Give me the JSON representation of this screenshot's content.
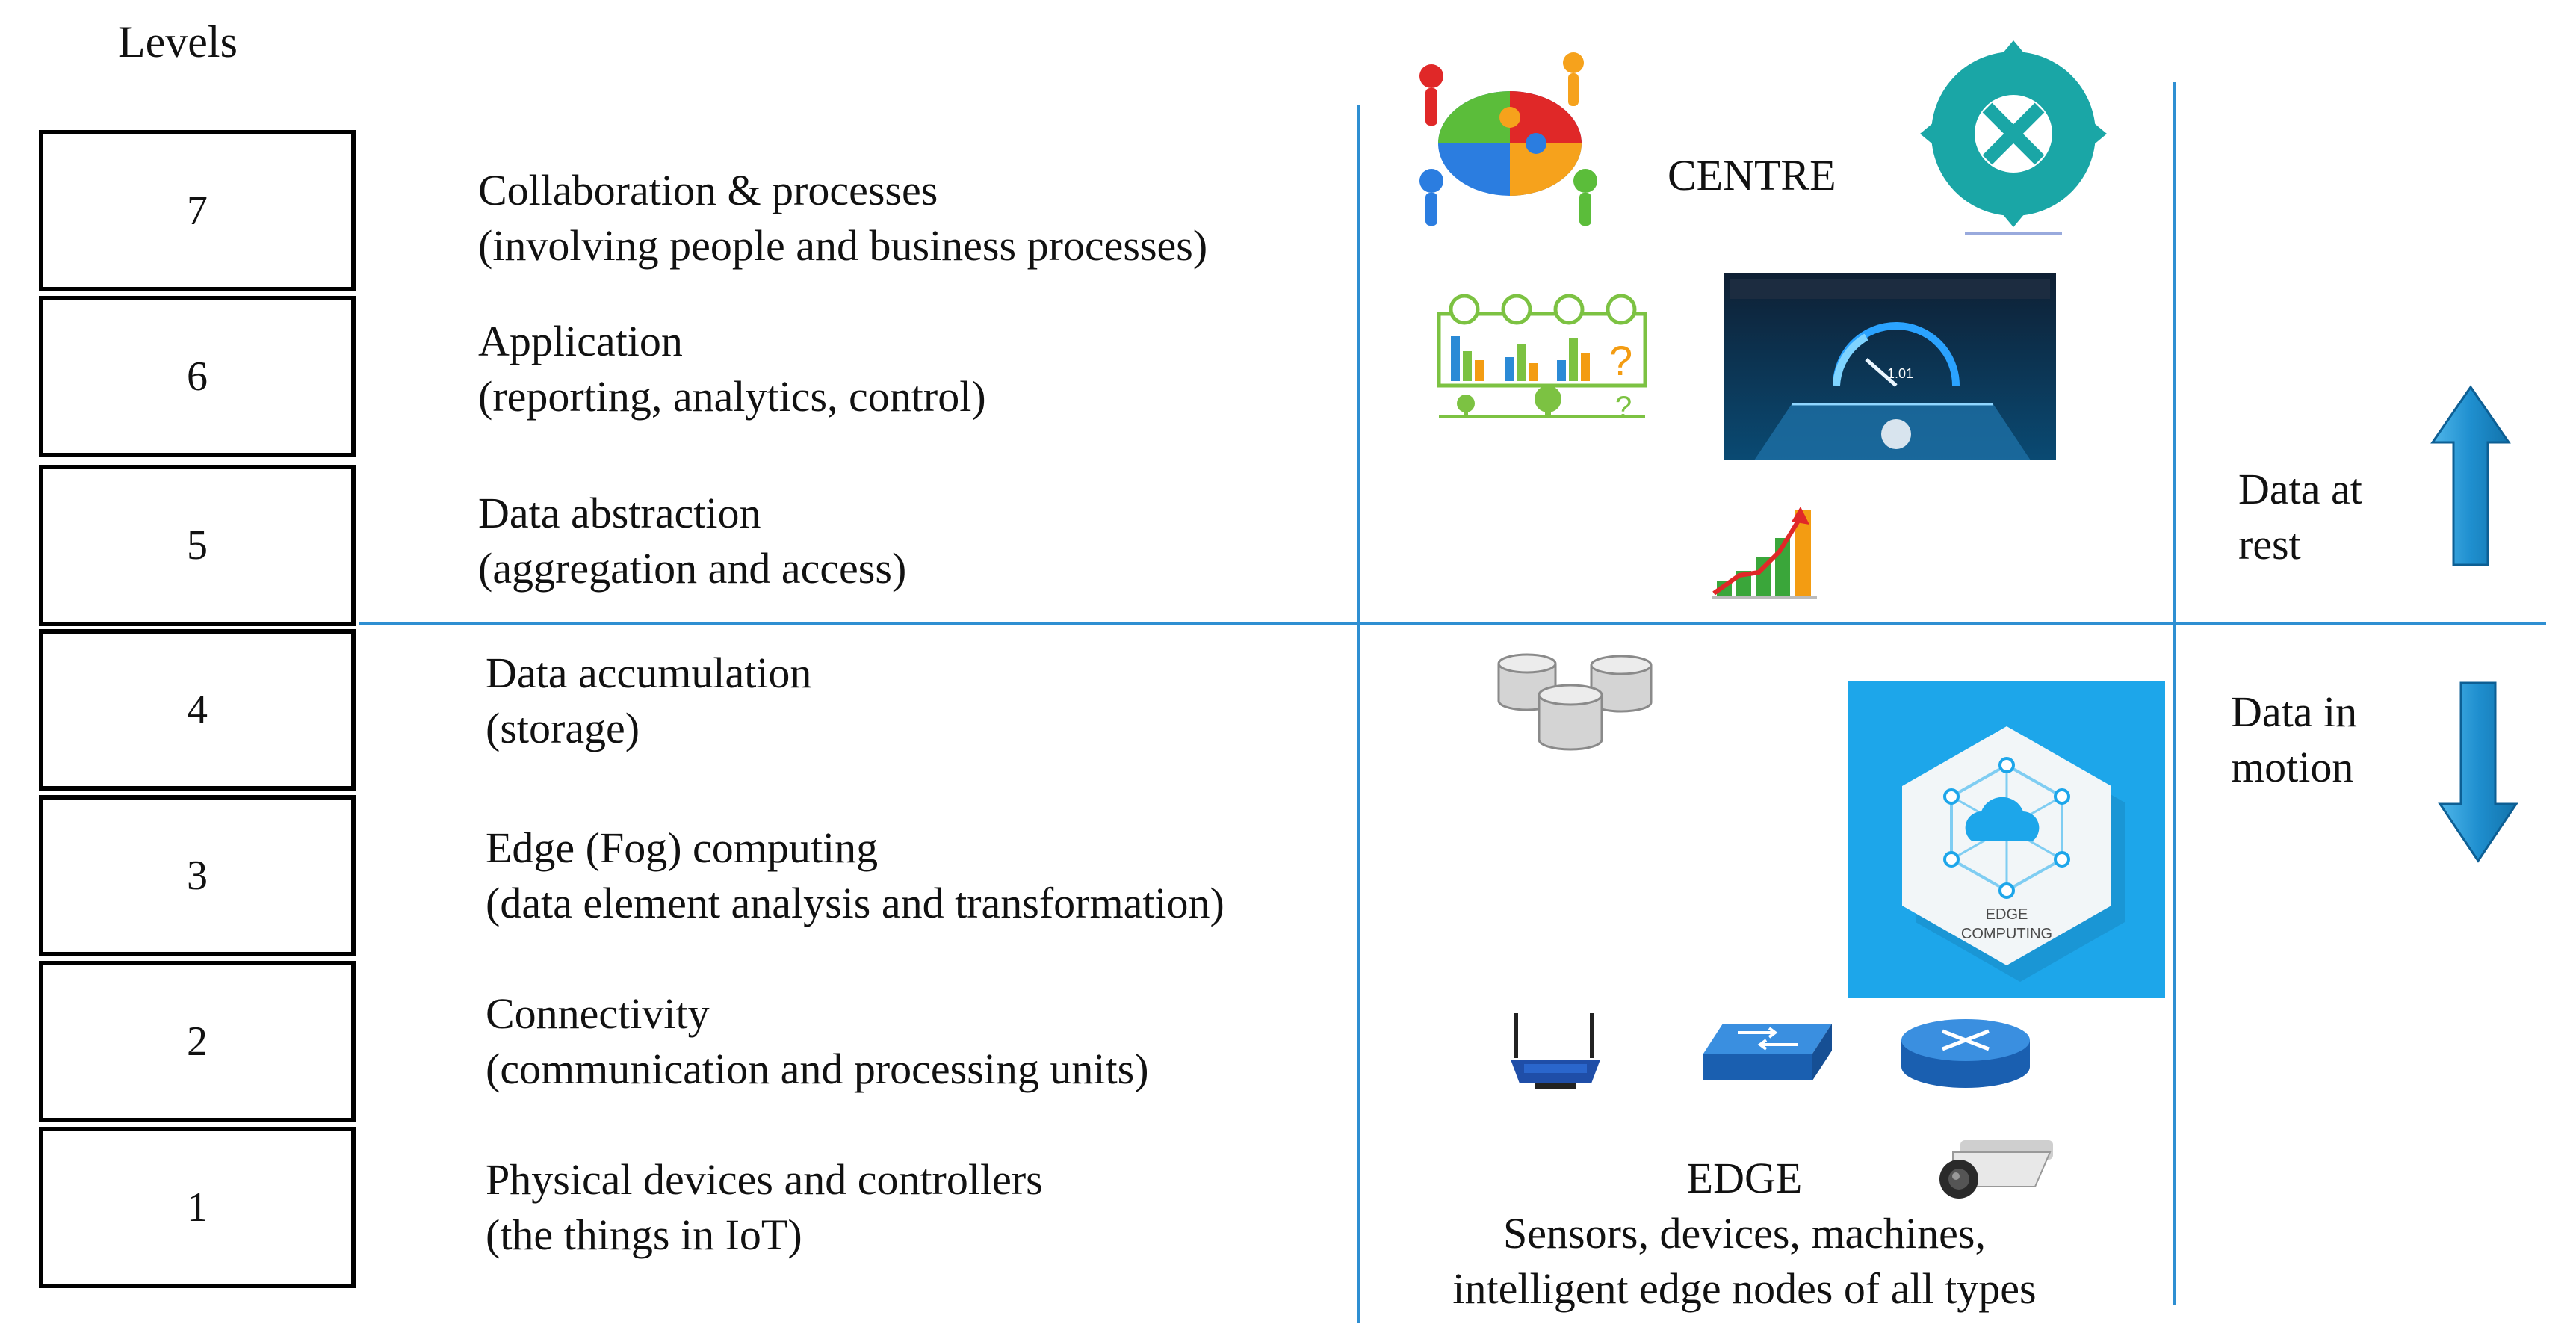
{
  "levels_title": "Levels",
  "levels": [
    {
      "number": "7",
      "title": "Collaboration & processes",
      "detail": "(involving people and business processes)"
    },
    {
      "number": "6",
      "title": "Application",
      "detail": "(reporting, analytics, control)"
    },
    {
      "number": "5",
      "title": "Data abstraction",
      "detail": "(aggregation and access)"
    },
    {
      "number": "4",
      "title": "Data accumulation",
      "detail": "(storage)"
    },
    {
      "number": "3",
      "title": "Edge (Fog) computing",
      "detail": "(data element analysis and transformation)"
    },
    {
      "number": "2",
      "title": "Connectivity",
      "detail": "(communication and processing units)"
    },
    {
      "number": "1",
      "title": "Physical devices and controllers",
      "detail": "(the things in IoT)"
    }
  ],
  "centre_label": "CENTRE",
  "edge": {
    "label": "EDGE",
    "line1": "Sensors, devices, machines,",
    "line2": "intelligent edge nodes of all types"
  },
  "data_at_rest": {
    "line1": "Data at",
    "line2": "rest"
  },
  "data_in_motion": {
    "line1": "Data in",
    "line2": "motion"
  },
  "edge_computing_badge": {
    "line1": "EDGE",
    "line2": "COMPUTING"
  },
  "speedometer_readout": "1.01",
  "colors": {
    "divider": "#2f8fd2",
    "arrow": "#1f8fcf",
    "edge_tile": "#1da6ea"
  },
  "icons": [
    "puzzle-people-icon",
    "process-cycle-icon",
    "analytics-clock-icon",
    "speedometer-icon",
    "growth-chart-icon",
    "database-icon",
    "edge-computing-icon",
    "wireless-router-icon",
    "network-switch-icon",
    "router-icon",
    "camera-icon",
    "up-arrow-icon",
    "down-arrow-icon"
  ]
}
